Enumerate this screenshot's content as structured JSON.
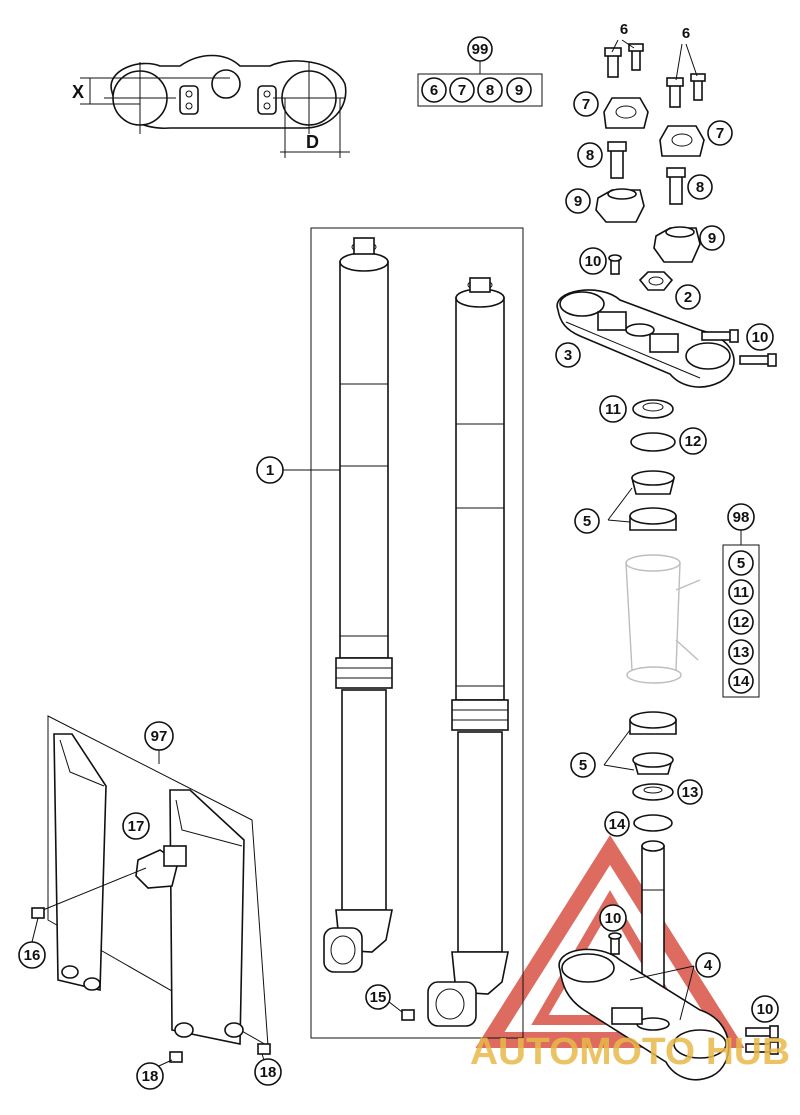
{
  "colors": {
    "line": "#111111",
    "ghost": "#bdbdbd",
    "watermark_red": "#d23a2a",
    "watermark_gold": "#e8b84a"
  },
  "dimensions": {
    "x_label": "X",
    "d_label": "D"
  },
  "parts": {
    "p1": "1",
    "p2": "2",
    "p3": "3",
    "p4": "4",
    "p5a": "5",
    "p5b": "5",
    "p6a": "6",
    "p6b": "6",
    "p7a": "7",
    "p7b": "7",
    "p8a": "8",
    "p8b": "8",
    "p9a": "9",
    "p9b": "9",
    "p10a": "10",
    "p10b": "10",
    "p10c": "10",
    "p10d": "10",
    "p11": "11",
    "p12": "12",
    "p13": "13",
    "p14": "14",
    "p15": "15",
    "p16": "16",
    "p17": "17",
    "p18a": "18",
    "p18b": "18"
  },
  "kit99": {
    "label": "99",
    "items": [
      "6",
      "7",
      "8",
      "9"
    ]
  },
  "kit98": {
    "label": "98",
    "items": [
      "5",
      "11",
      "12",
      "13",
      "14"
    ]
  },
  "kit97": {
    "label": "97"
  },
  "watermark": {
    "text": "AUTOMOTO HUB",
    "icon": "triangle-logo-icon"
  }
}
